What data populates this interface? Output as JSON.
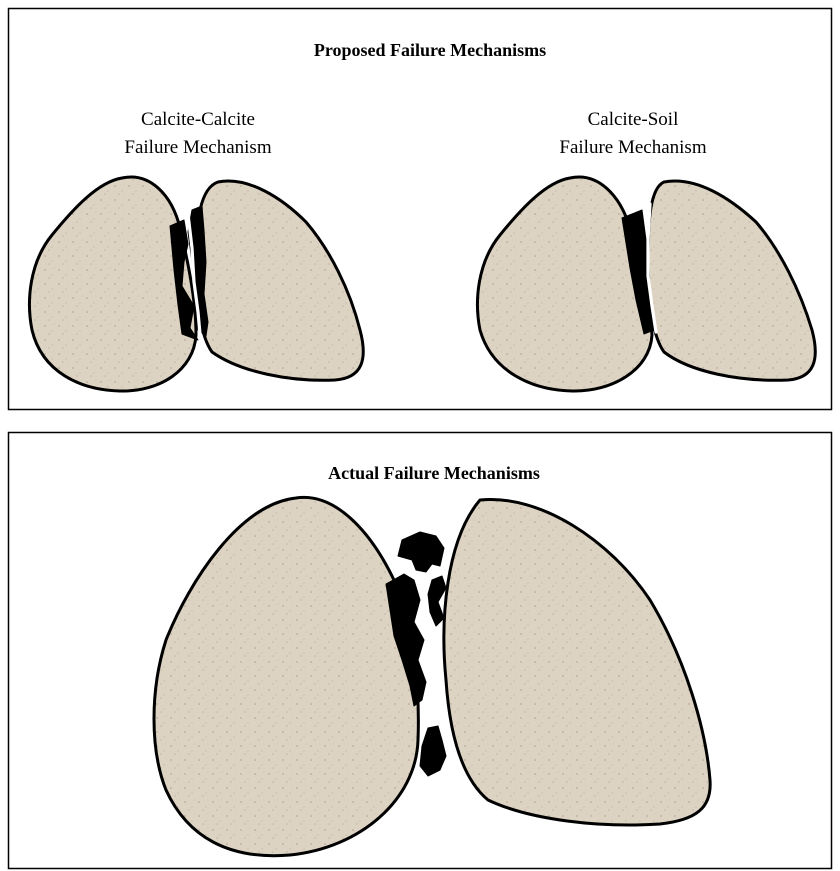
{
  "top_panel": {
    "title": "Proposed Failure Mechanisms",
    "left_label": [
      "Calcite-Calcite",
      "Failure Mechanism"
    ],
    "right_label": [
      "Calcite-Soil",
      "Failure Mechanism"
    ]
  },
  "bottom_panel": {
    "title": "Actual Failure Mechanisms"
  },
  "colors": {
    "grain_fill": "#ddd3c3",
    "grain_speckle": "#b9ad9b",
    "cement": "#000000",
    "outline": "#000000"
  }
}
